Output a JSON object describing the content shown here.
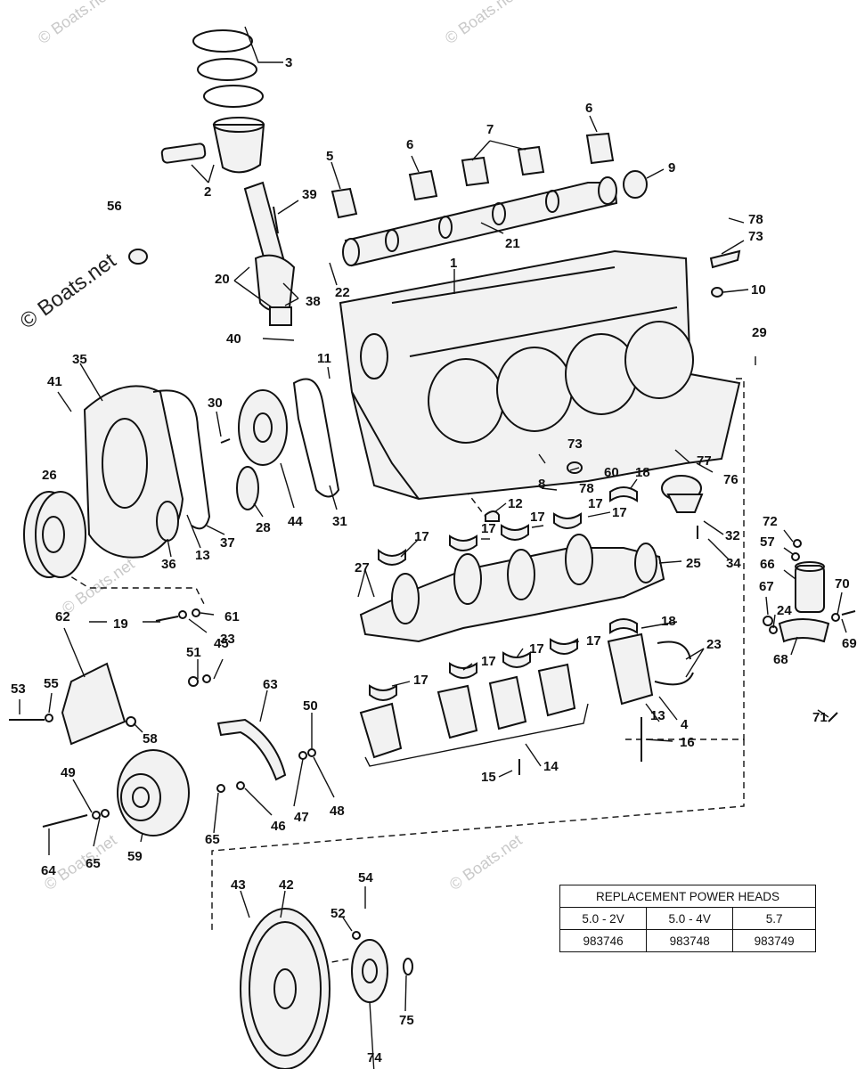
{
  "watermark": "© Boats.net",
  "callouts": [
    "1",
    "2",
    "3",
    "4",
    "5",
    "6",
    "6",
    "7",
    "8",
    "9",
    "10",
    "11",
    "12",
    "13",
    "13",
    "14",
    "15",
    "16",
    "17",
    "17",
    "17",
    "17",
    "17",
    "17",
    "17",
    "17",
    "17",
    "18",
    "18",
    "19",
    "20",
    "21",
    "22",
    "23",
    "24",
    "25",
    "26",
    "27",
    "28",
    "29",
    "30",
    "31",
    "32",
    "33",
    "34",
    "35",
    "36",
    "37",
    "38",
    "39",
    "40",
    "41",
    "42",
    "43",
    "44",
    "45",
    "46",
    "47",
    "48",
    "49",
    "50",
    "51",
    "52",
    "53",
    "54",
    "55",
    "56",
    "57",
    "58",
    "59",
    "60",
    "61",
    "62",
    "63",
    "64",
    "65",
    "65",
    "66",
    "67",
    "68",
    "69",
    "70",
    "71",
    "72",
    "73",
    "73",
    "74",
    "75",
    "76",
    "77",
    "78",
    "78"
  ],
  "table": {
    "title": "REPLACEMENT POWER HEADS",
    "headers": [
      "5.0 - 2V",
      "5.0 - 4V",
      "5.7"
    ],
    "values": [
      "983746",
      "983748",
      "983749"
    ]
  }
}
